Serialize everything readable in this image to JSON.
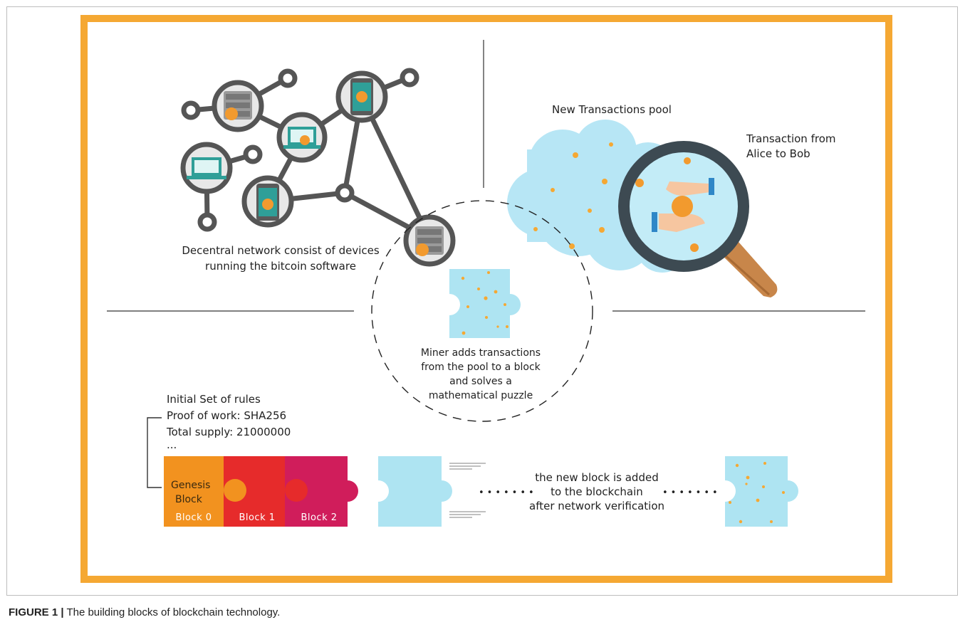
{
  "colors": {
    "frame": "#f5a833",
    "block0": "#f2921f",
    "block1": "#e62b2b",
    "block2": "#d01d5b",
    "puzzle": "#aee4f2",
    "cloud": "#b7e6f5",
    "coin": "#f5a833",
    "network_line": "#555555",
    "lens_ring": "#3d4a52",
    "handle": "#c8864a"
  },
  "icons": [
    "server-icon",
    "laptop-icon",
    "smartphone-icon",
    "bitcoin-icon",
    "magnifier-icon",
    "puzzle-piece-icon",
    "cloud-icon",
    "hand-icon"
  ],
  "network": {
    "label_line1": "Decentral network consist of devices",
    "label_line2": "running the bitcoin software"
  },
  "pool": {
    "title": "New Transactions pool",
    "transaction_line1": "Transaction from",
    "transaction_line2": "Alice to Bob"
  },
  "miner": {
    "line1": "Miner adds transactions",
    "line2": "from the pool to a block",
    "line3": "and solves a",
    "line4": "mathematical puzzle"
  },
  "rules": {
    "line1": "Initial Set of rules",
    "line2": "Proof of work: SHA256",
    "line3": "Total supply: 21000000",
    "line4": "..."
  },
  "blocks": {
    "genesis_line1": "Genesis",
    "genesis_line2": "Block",
    "items": [
      "Block 0",
      "Block 1",
      "Block 2"
    ]
  },
  "chain": {
    "dots": "•••••••",
    "line1": "the new block is added",
    "line2": "to the blockchain",
    "line3": "after network verification"
  },
  "caption": {
    "label": "FIGURE 1 |",
    "text": " The building blocks of blockchain technology."
  }
}
